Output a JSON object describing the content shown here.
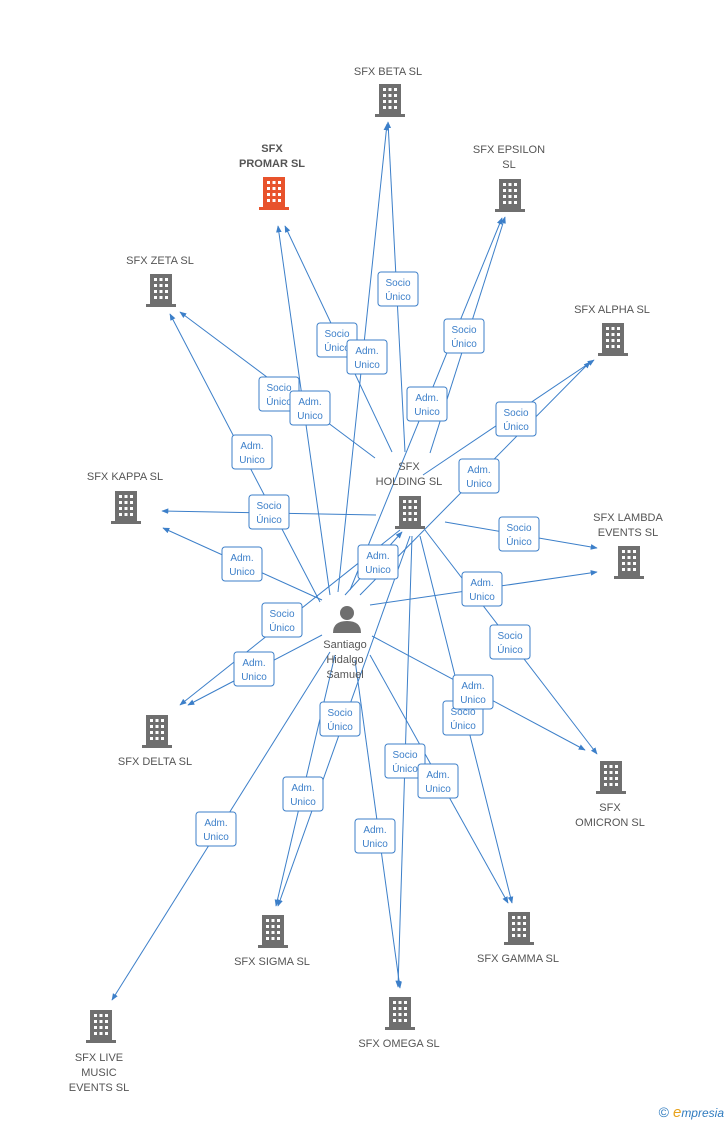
{
  "colors": {
    "edge": "#3c7fc9",
    "building": "#6f6f6f",
    "highlight": "#e8532c",
    "person": "#6f6f6f"
  },
  "center_person": {
    "id": "santiago",
    "label_lines": [
      "Santiago",
      "Hidalgo",
      "Samuel"
    ]
  },
  "nodes": [
    {
      "id": "beta",
      "label_lines": [
        "SFX BETA  SL"
      ],
      "icon": "building-icon"
    },
    {
      "id": "promar",
      "label_lines": [
        "SFX",
        "PROMAR  SL"
      ],
      "icon": "building-icon",
      "highlight": true
    },
    {
      "id": "epsilon",
      "label_lines": [
        "SFX EPSILON",
        "SL"
      ],
      "icon": "building-icon"
    },
    {
      "id": "zeta",
      "label_lines": [
        "SFX ZETA  SL"
      ],
      "icon": "building-icon"
    },
    {
      "id": "alpha",
      "label_lines": [
        "SFX ALPHA  SL"
      ],
      "icon": "building-icon"
    },
    {
      "id": "holding",
      "label_lines": [
        "SFX",
        "HOLDING  SL"
      ],
      "icon": "building-icon"
    },
    {
      "id": "kappa",
      "label_lines": [
        "SFX KAPPA  SL"
      ],
      "icon": "building-icon"
    },
    {
      "id": "lambda",
      "label_lines": [
        "SFX LAMBDA",
        "EVENTS  SL"
      ],
      "icon": "building-icon"
    },
    {
      "id": "delta",
      "label_lines": [
        "SFX DELTA  SL"
      ],
      "icon": "building-icon"
    },
    {
      "id": "omicron",
      "label_lines": [
        "SFX",
        "OMICRON  SL"
      ],
      "icon": "building-icon"
    },
    {
      "id": "sigma",
      "label_lines": [
        "SFX SIGMA  SL"
      ],
      "icon": "building-icon"
    },
    {
      "id": "gamma",
      "label_lines": [
        "SFX GAMMA  SL"
      ],
      "icon": "building-icon"
    },
    {
      "id": "omega",
      "label_lines": [
        "SFX OMEGA  SL"
      ],
      "icon": "building-icon"
    },
    {
      "id": "live",
      "label_lines": [
        "SFX LIVE",
        "MUSIC",
        "EVENTS  SL"
      ],
      "icon": "building-icon"
    }
  ],
  "edges": [
    {
      "from": "holding",
      "to": "beta",
      "label": [
        "Socio",
        "Único"
      ]
    },
    {
      "from": "holding",
      "to": "promar",
      "label": [
        "Socio",
        "Único"
      ]
    },
    {
      "from": "holding",
      "to": "epsilon",
      "label": [
        "Socio",
        "Único"
      ]
    },
    {
      "from": "holding",
      "to": "zeta",
      "label": [
        "Socio",
        "Único"
      ]
    },
    {
      "from": "holding",
      "to": "alpha",
      "label": [
        "Socio",
        "Único"
      ]
    },
    {
      "from": "holding",
      "to": "kappa",
      "label": [
        "Socio",
        "Único"
      ]
    },
    {
      "from": "holding",
      "to": "lambda",
      "label": [
        "Socio",
        "Único"
      ]
    },
    {
      "from": "holding",
      "to": "delta",
      "label": [
        "Socio",
        "Único"
      ]
    },
    {
      "from": "holding",
      "to": "omicron",
      "label": [
        "Socio",
        "Único"
      ]
    },
    {
      "from": "holding",
      "to": "sigma",
      "label": [
        "Socio",
        "Único"
      ]
    },
    {
      "from": "holding",
      "to": "gamma",
      "label": [
        "Socio",
        "Único"
      ]
    },
    {
      "from": "holding",
      "to": "omega",
      "label": [
        "Socio",
        "Único"
      ]
    },
    {
      "from": "santiago",
      "to": "holding",
      "label": [
        "Adm.",
        "Unico"
      ]
    },
    {
      "from": "santiago",
      "to": "beta",
      "label": [
        "Adm.",
        "Unico"
      ]
    },
    {
      "from": "santiago",
      "to": "promar",
      "label": [
        "Adm.",
        "Unico"
      ]
    },
    {
      "from": "santiago",
      "to": "epsilon",
      "label": [
        "Adm.",
        "Unico"
      ]
    },
    {
      "from": "santiago",
      "to": "zeta",
      "label": [
        "Adm.",
        "Unico"
      ]
    },
    {
      "from": "santiago",
      "to": "alpha",
      "label": [
        "Adm.",
        "Unico"
      ]
    },
    {
      "from": "santiago",
      "to": "kappa",
      "label": [
        "Adm.",
        "Unico"
      ]
    },
    {
      "from": "santiago",
      "to": "lambda",
      "label": [
        "Adm.",
        "Unico"
      ]
    },
    {
      "from": "santiago",
      "to": "delta",
      "label": [
        "Adm.",
        "Unico"
      ]
    },
    {
      "from": "santiago",
      "to": "omicron",
      "label": [
        "Adm.",
        "Unico"
      ]
    },
    {
      "from": "santiago",
      "to": "sigma",
      "label": [
        "Adm.",
        "Unico"
      ]
    },
    {
      "from": "santiago",
      "to": "gamma",
      "label": [
        "Adm.",
        "Unico"
      ]
    },
    {
      "from": "santiago",
      "to": "omega",
      "label": [
        "Adm.",
        "Unico"
      ]
    },
    {
      "from": "santiago",
      "to": "live",
      "label": [
        "Adm.",
        "Unico"
      ]
    }
  ],
  "brand": {
    "copyright": "©",
    "first_letter": "e",
    "rest": "mpresia"
  }
}
